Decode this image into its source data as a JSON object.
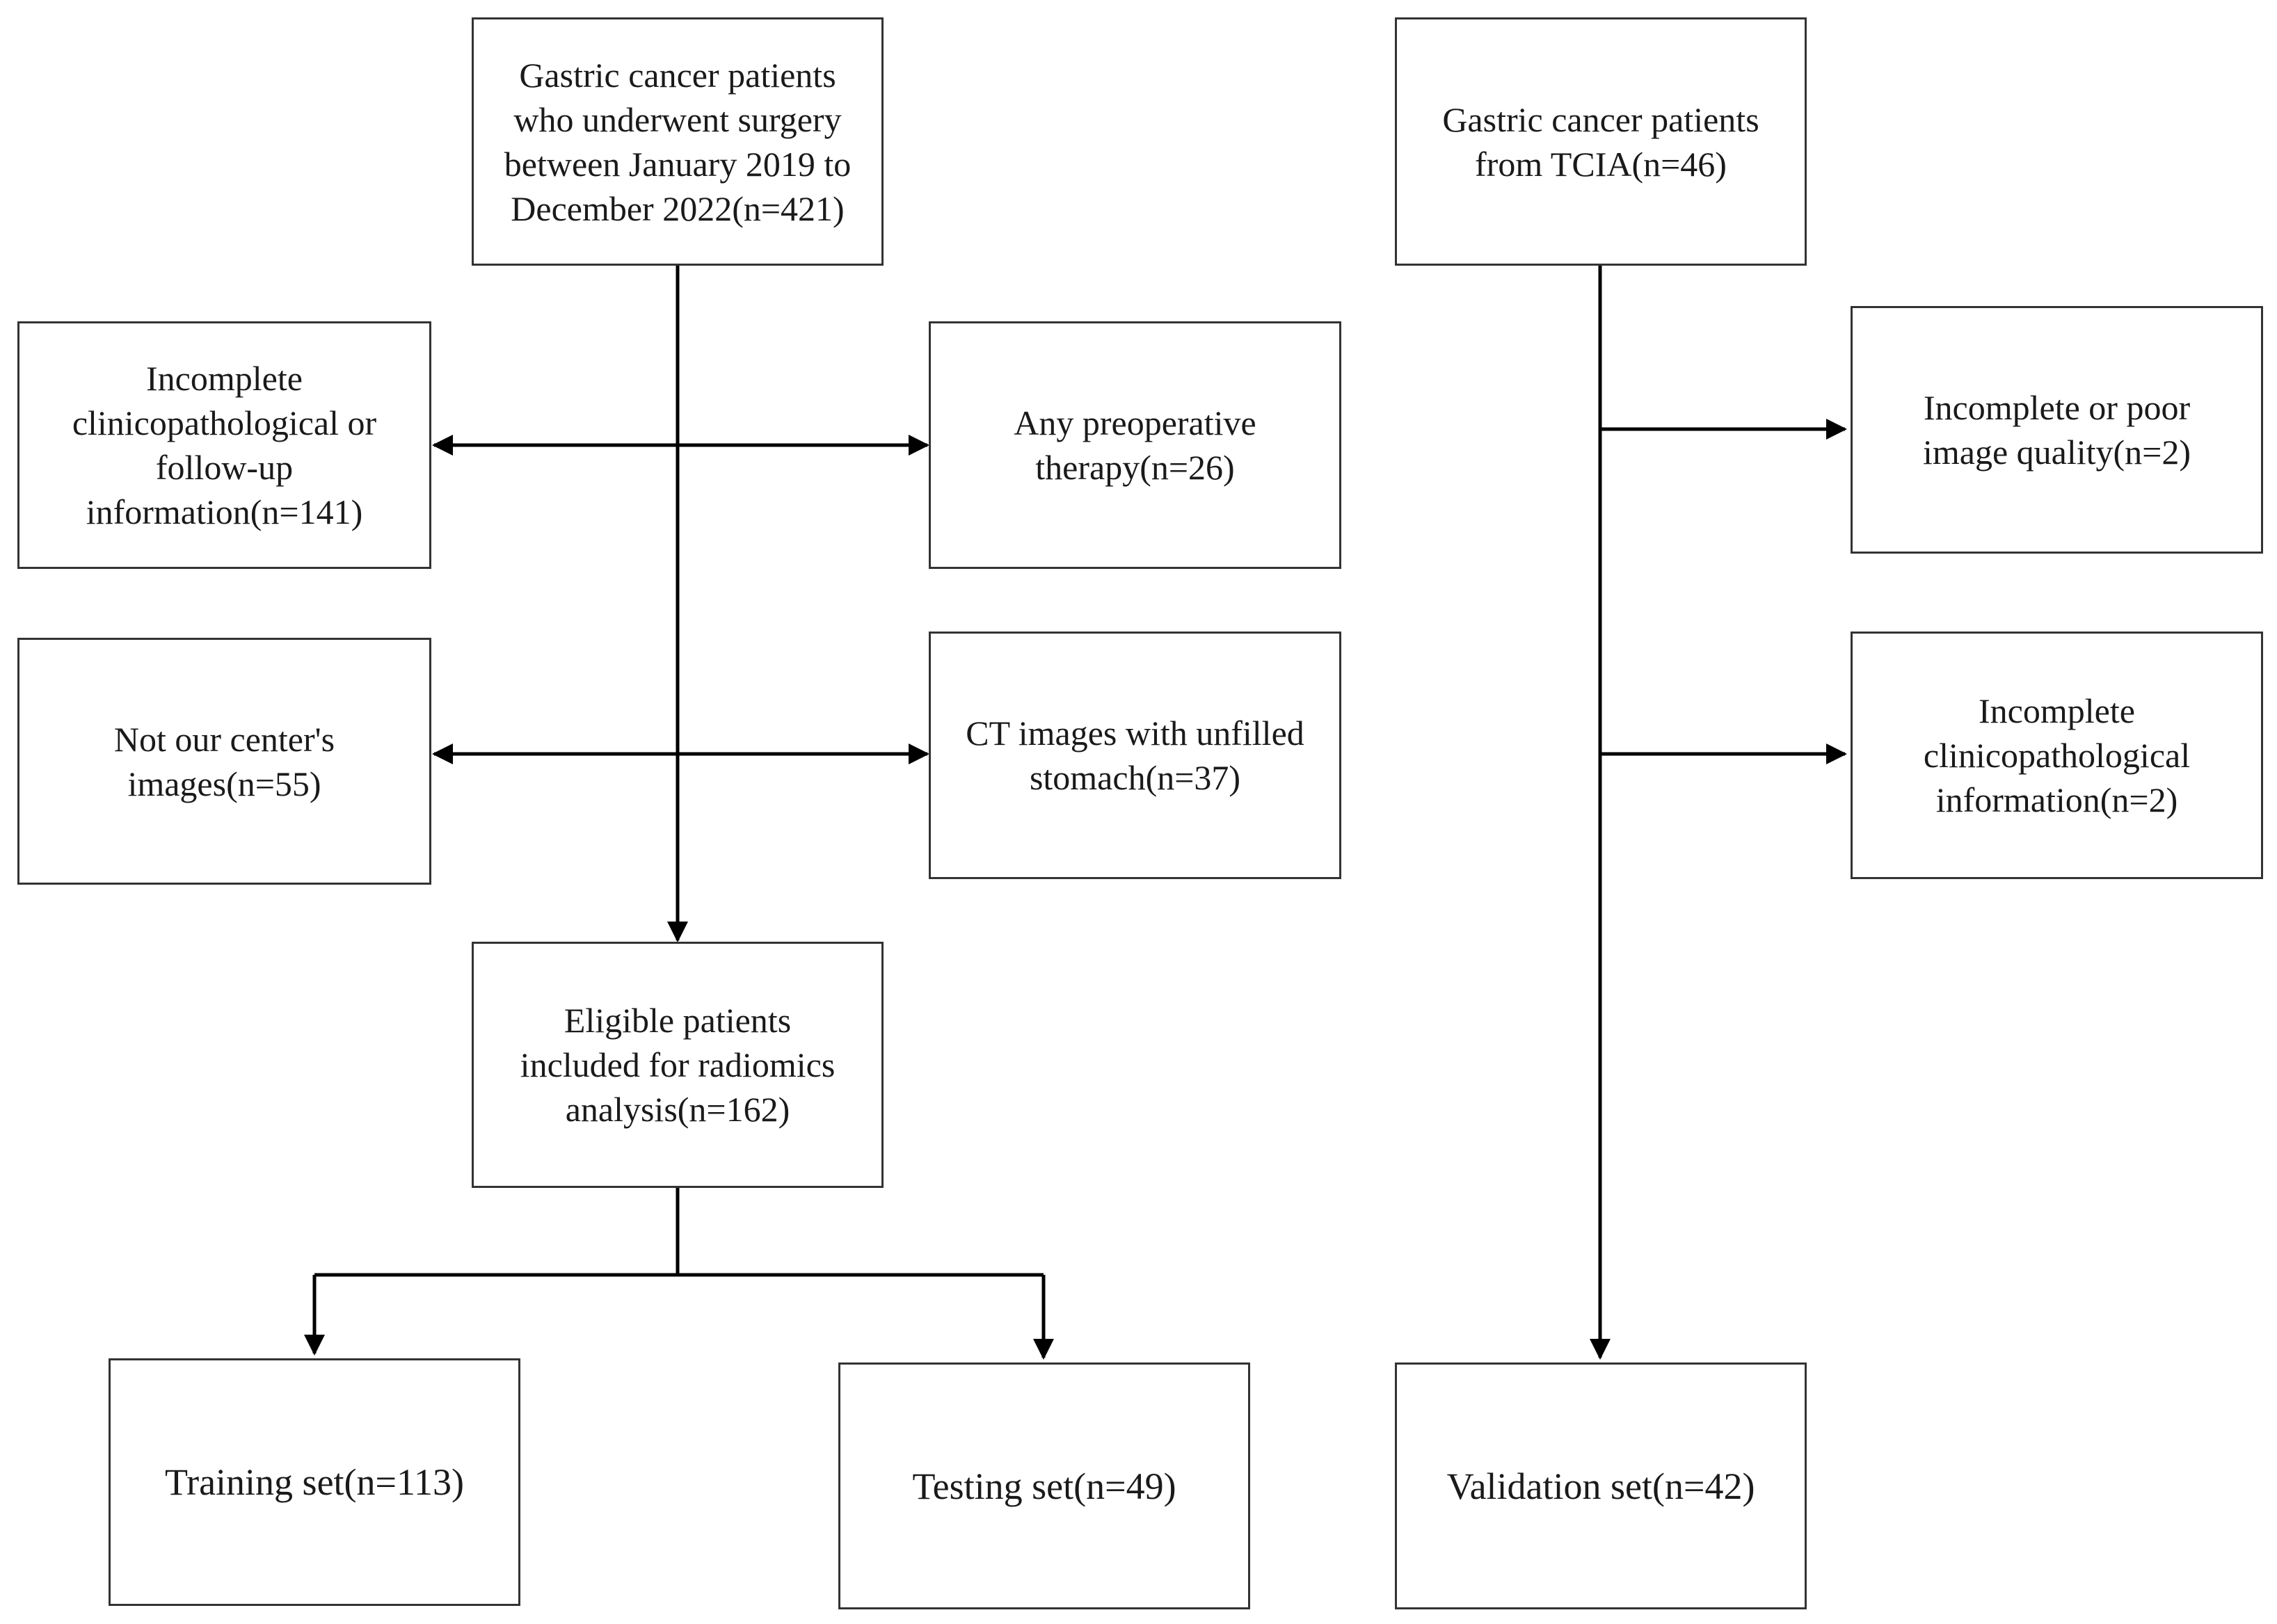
{
  "colors": {
    "line": "#333333",
    "arrow": "#000000",
    "text": "#1a1a1a",
    "background": "#ffffff"
  },
  "nodes": {
    "source_main": "Gastric cancer patients\nwho underwent surgery\nbetween January 2019 to\nDecember 2022(n=421)",
    "source_tcia": "Gastric cancer patients\nfrom TCIA(n=46)",
    "excl_incomplete_followup": "Incomplete\nclinicopathological or\nfollow-up\ninformation(n=141)",
    "excl_preoperative": "Any preoperative\ntherapy(n=26)",
    "excl_not_center": "Not our center's\nimages(n=55)",
    "excl_unfilled": "CT images with unfilled\nstomach(n=37)",
    "eligible": "Eligible patients\nincluded for radiomics\nanalysis(n=162)",
    "training": "Training set(n=113)",
    "testing": "Testing set(n=49)",
    "excl_poor_image": "Incomplete or poor\nimage quality(n=2)",
    "excl_incomplete_clin": "Incomplete\nclinicopathological\ninformation(n=2)",
    "validation": "Validation set(n=42)"
  }
}
